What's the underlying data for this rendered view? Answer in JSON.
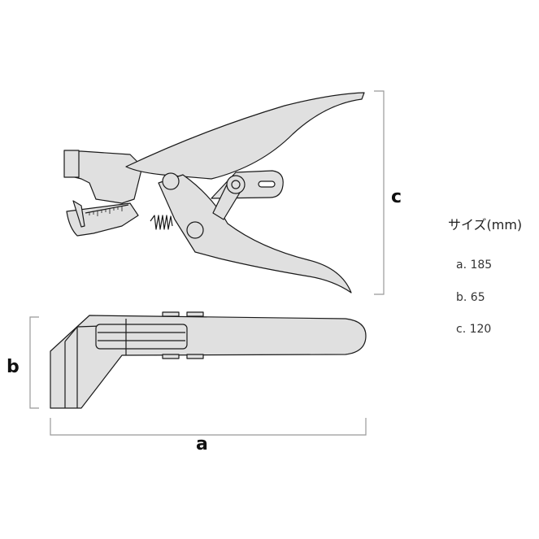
{
  "dimension_labels": {
    "a": "a",
    "b": "b",
    "c": "c"
  },
  "specs": {
    "title": "サイズ(mm)",
    "items": [
      {
        "label": "a. 185"
      },
      {
        "label": "b. 65"
      },
      {
        "label": "c. 120"
      }
    ]
  },
  "colors": {
    "fill": "#e0e0e0",
    "stroke": "#1a1a1a",
    "dimension_line": "#999999"
  }
}
